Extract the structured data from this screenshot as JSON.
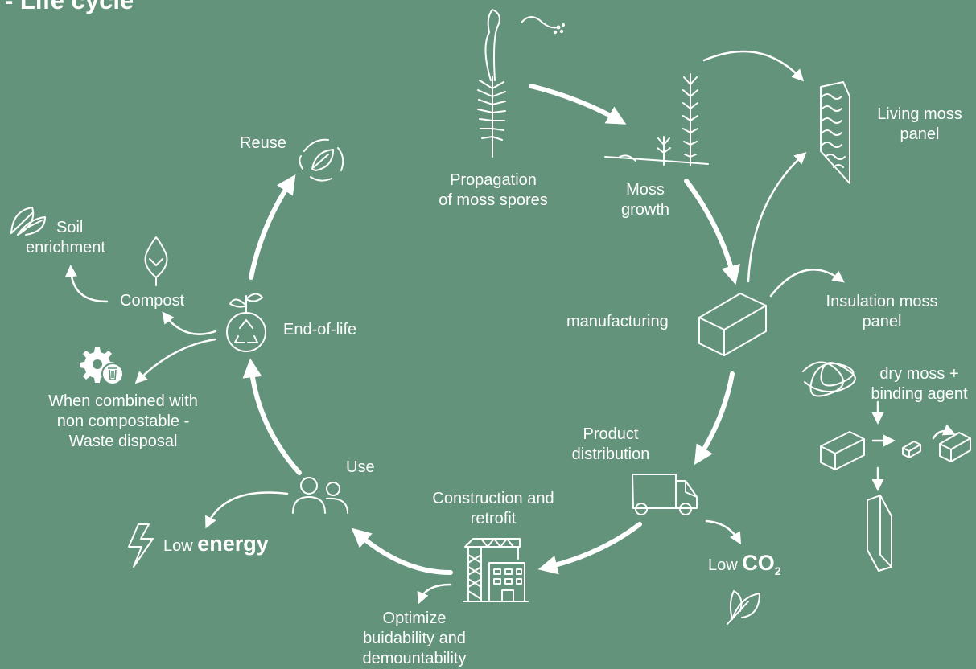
{
  "title": "- Life cycle",
  "stages": {
    "propagation": [
      "Propagation",
      "of moss spores"
    ],
    "growth": [
      "Moss",
      "growth"
    ],
    "living_panel": [
      "Living moss",
      "panel"
    ],
    "manufacturing": "manufacturing",
    "insulation_panel": [
      "Insulation moss",
      "panel"
    ],
    "dry_moss": [
      "dry moss +",
      "binding agent"
    ],
    "distribution": [
      "Product",
      "distribution"
    ],
    "low_co2_prefix": "Low",
    "low_co2_value": "CO",
    "low_co2_sub": "2",
    "construction": [
      "Construction and",
      "retrofit"
    ],
    "optimize": [
      "Optimize",
      "buidability and",
      "demountability"
    ],
    "use": "Use",
    "low_energy_prefix": "Low",
    "low_energy_value": "energy",
    "end_of_life": "End-of-life",
    "reuse": "Reuse",
    "compost": "Compost",
    "soil": [
      "Soil",
      "enrichment"
    ],
    "waste": [
      "When combined with",
      "non compostable -",
      "Waste disposal"
    ]
  },
  "colors": {
    "background": "#64937c",
    "foreground": "#ffffff"
  },
  "icons": [
    "seedling-icon",
    "spores-icon",
    "moss-sprig-icon",
    "moss-growth-icon",
    "moss-panel-icon",
    "block-icon",
    "moss-fiber-icon",
    "small-block-icon",
    "cut-blocks-icon",
    "thin-panel-icon",
    "truck-icon",
    "leaf-icon",
    "construction-crane-icon",
    "users-icon",
    "lightning-icon",
    "recycle-sprout-icon",
    "recycle-leaf-icon",
    "tree-icon",
    "leaves-icon",
    "gear-trash-icon"
  ]
}
